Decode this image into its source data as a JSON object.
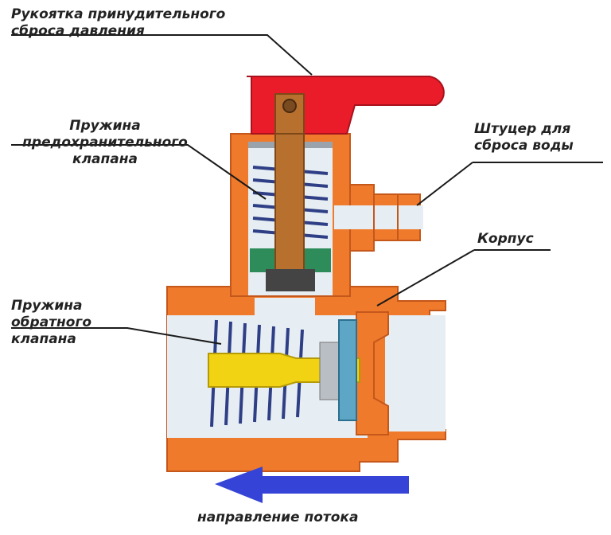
{
  "labels": {
    "handle": [
      "Рукоятка принудительного",
      "сброса давления"
    ],
    "safety_spring": [
      "Пружина",
      "предохранительного",
      "клапана"
    ],
    "drain_fitting": [
      "Штуцер для",
      "сброса воды"
    ],
    "body": "Корпус",
    "check_spring": [
      "Пружина",
      "обратного",
      "клапана"
    ],
    "flow": "направление потока"
  },
  "colors": {
    "body": "#f07a2c",
    "body_outline": "#c4571a",
    "handle": "#ea1c2a",
    "stem": "#b8702e",
    "spring": "#2f3f86",
    "seal": "#2e8c5a",
    "poppet": "#f2d313",
    "disc": "#5ea6c6",
    "cavity": "#e6eef3",
    "arrow": "#3544d6",
    "leader": "#1a1a1a"
  },
  "icons": {
    "flow_arrow": "left-arrow-icon"
  }
}
